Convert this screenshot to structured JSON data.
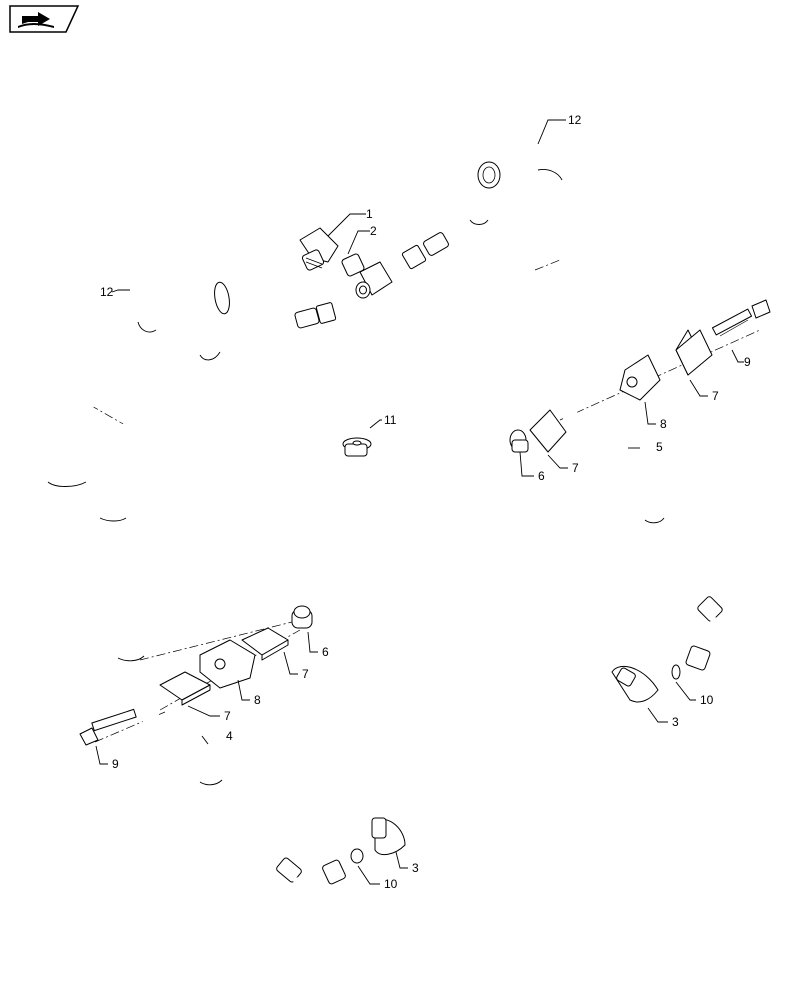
{
  "nav_icon": "book-arrow-icon",
  "callouts": [
    {
      "id": "c1",
      "text": "1"
    },
    {
      "id": "c2",
      "text": "2"
    },
    {
      "id": "c3a",
      "text": "3"
    },
    {
      "id": "c3b",
      "text": "3"
    },
    {
      "id": "c4",
      "text": "4"
    },
    {
      "id": "c5",
      "text": "5"
    },
    {
      "id": "c6a",
      "text": "6"
    },
    {
      "id": "c6b",
      "text": "6"
    },
    {
      "id": "c7a",
      "text": "7"
    },
    {
      "id": "c7b",
      "text": "7"
    },
    {
      "id": "c7c",
      "text": "7"
    },
    {
      "id": "c7d",
      "text": "7"
    },
    {
      "id": "c8a",
      "text": "8"
    },
    {
      "id": "c8b",
      "text": "8"
    },
    {
      "id": "c9a",
      "text": "9"
    },
    {
      "id": "c9b",
      "text": "9"
    },
    {
      "id": "c10a",
      "text": "10"
    },
    {
      "id": "c10b",
      "text": "10"
    },
    {
      "id": "c11",
      "text": "11"
    },
    {
      "id": "c12a",
      "text": "12"
    },
    {
      "id": "c12b",
      "text": "12"
    }
  ]
}
